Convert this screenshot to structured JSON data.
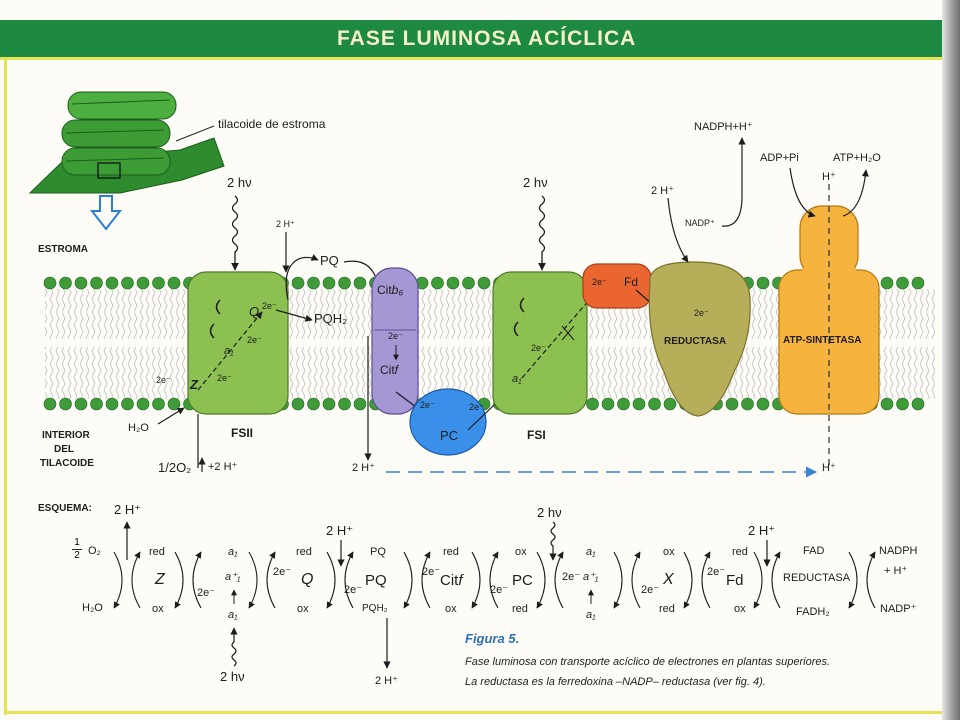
{
  "header": {
    "title": "FASE LUMINOSA ACÍCLICA"
  },
  "inset": {
    "thylakoid_label": "tilacoide de estroma"
  },
  "regions": {
    "stroma": "ESTROMA",
    "interior_1": "INTERIOR",
    "interior_2": "DEL",
    "interior_3": "TILACOIDE"
  },
  "fsii": {
    "name": "FSII",
    "light": "2 hν",
    "protons_in": "2 H⁺",
    "q": "Q",
    "e_q": "2e⁻",
    "e_mid": "2e⁻",
    "a1": "a₁",
    "e_low": "2e⁻",
    "z": "Z",
    "e_z": "2e⁻",
    "h2o": "H₂O",
    "o2": "1/2O₂",
    "protons_out": "+2 H⁺"
  },
  "pq": {
    "pq": "PQ",
    "pqh2": "PQH₂"
  },
  "cytochrome": {
    "cit_b_prefix": "Cit",
    "b6": "b₆",
    "e": "2e⁻",
    "cit_f_prefix": "Cit",
    "f": "f",
    "protons_out": "2 H⁺"
  },
  "pc": {
    "name": "PC",
    "e_in": "2e⁻",
    "e_out": "2e⁻"
  },
  "fsi": {
    "name": "FSI",
    "light": "2 hν",
    "a1": "a₁",
    "e": "2e⁻"
  },
  "fd": {
    "e": "2e⁻",
    "name": "Fd"
  },
  "reductase": {
    "name": "REDUCTASA",
    "e": "2e⁻",
    "protons": "2 H⁺",
    "nadp": "NADP⁺",
    "nadph": "NADPH+H⁺"
  },
  "atp_synthase": {
    "name": "ATP-SINTETASA",
    "adp": "ADP+Pi",
    "atp": "ATP+H₂O",
    "h_top": "H⁺",
    "h_bottom": "H⁺"
  },
  "scheme": {
    "label": "ESQUEMA:",
    "protons_water": "2 H⁺",
    "o2_num": "1",
    "o2_den": "2",
    "o2": "O₂",
    "h2o": "H₂O",
    "z_red": "red",
    "z": "Z",
    "z_ox": "ox",
    "e1": "2e⁻",
    "psii_a1_top": "a₁",
    "psii_a1_plus": "a⁺₁",
    "psii_a1_bottom": "a₁",
    "psii_light": "2 hν",
    "e2": "2e⁻",
    "q_red": "red",
    "q": "Q",
    "q_ox": "ox",
    "protons_q": "2 H⁺",
    "e3": "2e⁻",
    "pq_top": "PQ",
    "pq": "PQ",
    "pqh2": "PQH₂",
    "protons_pq": "2 H⁺",
    "e4": "2e⁻",
    "citf_red": "red",
    "citf_prefix": "Cit",
    "citf_f": "f",
    "citf_ox": "ox",
    "e5": "2e⁻",
    "pc_ox": "ox",
    "pc": "PC",
    "pc_red": "red",
    "psi_light": "2 hν",
    "e6": "2e⁻",
    "psi_a1_top": "a₁",
    "psi_a1_plus": "a⁺₁",
    "psi_a1_bottom": "a₁",
    "x_ox": "ox",
    "x": "X",
    "x_red": "red",
    "e7": "2e⁻",
    "fd_red": "red",
    "fd": "Fd",
    "fd_ox": "ox",
    "e8": "2e⁻",
    "protons_fd": "2 H⁺",
    "fad": "FAD",
    "reductase": "REDUCTASA",
    "fadh2": "FADH₂",
    "nadph": "NADPH",
    "nadph_h": "+ H⁺",
    "nadp": "NADP⁺"
  },
  "caption": {
    "figure_label": "Figura 5.",
    "line1": "Fase luminosa con transporte acíclico de electrones en plantas superiores.",
    "line2": "La reductasa es la ferredoxina –NADP– reductasa (ver fig. 4)."
  },
  "colors": {
    "header": "#1e8a41",
    "title_text": "#f4f0c8",
    "fsii": "#8cc152",
    "fsi": "#8cc152",
    "cytochrome": "#a596d4",
    "pc": "#3a8fe8",
    "fd": "#ea6530",
    "reductase": "#b7ae5a",
    "atp_synthase": "#f6b33d",
    "thylakoid": "#3d9c36",
    "proton_gradient_arrow": "#3b82d6",
    "lipid_head": "#3f9a3a"
  }
}
